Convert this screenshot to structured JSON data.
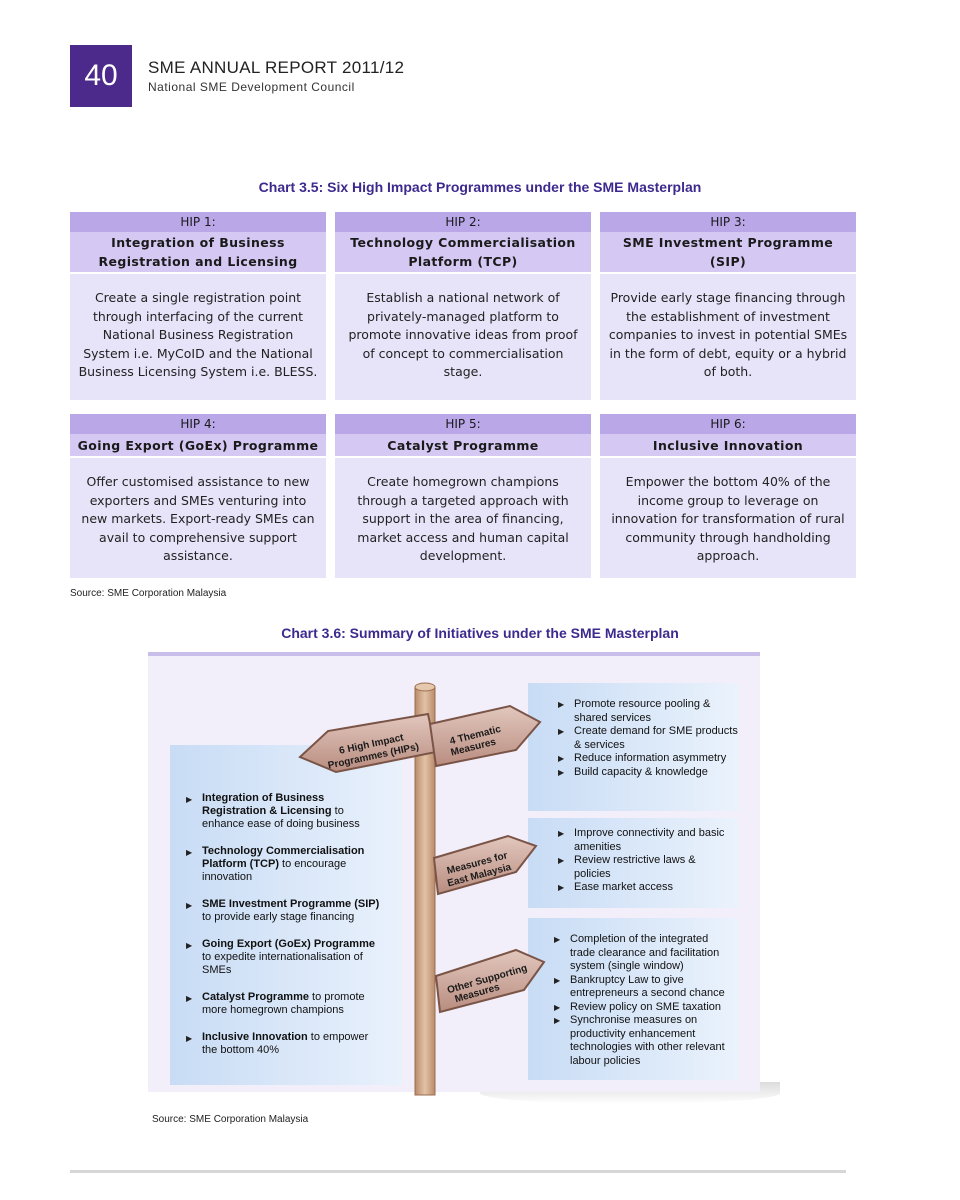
{
  "header": {
    "page_number": "40",
    "title": "SME ANNUAL REPORT 2011/12",
    "subtitle": "National SME Development Council"
  },
  "chart35": {
    "title": "Chart 3.5: Six High Impact Programmes under the SME Masterplan",
    "hips": [
      {
        "label": "HIP 1:",
        "name": "Integration of Business Registration and Licensing",
        "desc": "Create a single registration point through interfacing of the current National Business Registration System i.e. MyCoID and the National Business Licensing System i.e. BLESS."
      },
      {
        "label": "HIP 2:",
        "name": "Technology Commercialisation Platform (TCP)",
        "desc": "Establish a national network of privately-managed platform to promote innovative ideas from proof of concept to commercialisation stage."
      },
      {
        "label": "HIP 3:",
        "name": "SME Investment Programme (SIP)",
        "desc": "Provide early stage financing through the establishment of investment companies to invest in potential SMEs in the form of debt, equity or a hybrid of both."
      },
      {
        "label": "HIP 4:",
        "name": "Going Export (GoEx) Programme",
        "desc": "Offer customised assistance to new exporters and SMEs venturing into new markets. Export-ready SMEs can avail to comprehensive support assistance."
      },
      {
        "label": "HIP 5:",
        "name": "Catalyst Programme",
        "desc": "Create homegrown champions through a targeted approach with support in the area of financing, market access and human capital development."
      },
      {
        "label": "HIP 6:",
        "name": "Inclusive Innovation",
        "desc": "Empower the bottom 40% of the income group to leverage on innovation for transformation of rural community through handholding approach."
      }
    ],
    "source": "Source: SME Corporation Malaysia"
  },
  "chart36": {
    "title": "Chart 3.6: Summary of Initiatives under the SME Masterplan",
    "signs": {
      "hips": [
        "6 High Impact",
        "Programmes (HIPs)"
      ],
      "thematic": [
        "4 Thematic",
        "Measures"
      ],
      "east": [
        "Measures for",
        "East Malaysia"
      ],
      "other": [
        "Other Supporting",
        "Measures"
      ]
    },
    "left_items": [
      {
        "bold": "Integration of Business Registration & Licensing",
        "rest": " to enhance ease of doing business"
      },
      {
        "bold": "Technology Commercialisation Platform (TCP)",
        "rest": " to encourage innovation"
      },
      {
        "bold": "SME Investment Programme (SIP)",
        "rest": " to provide early stage financing"
      },
      {
        "bold": "Going Export (GoEx) Programme",
        "rest": " to expedite internationalisation of SMEs"
      },
      {
        "bold": "Catalyst Programme",
        "rest": " to promote more homegrown champions"
      },
      {
        "bold": "Inclusive Innovation",
        "rest": " to empower the bottom 40%"
      }
    ],
    "thematic_items": [
      "Promote resource pooling & shared services",
      "Create demand for SME products & services",
      "Reduce information asymmetry",
      "Build capacity & knowledge"
    ],
    "east_items": [
      "Improve connectivity and basic amenities",
      "Review restrictive laws & policies",
      "Ease market access"
    ],
    "other_items": [
      "Completion of the integrated trade clearance and facilitation system (single window)",
      "Bankruptcy Law to give entrepreneurs a second chance",
      "Review policy on SME taxation",
      "Synchronise measures on productivity enhancement technologies with other relevant labour policies"
    ],
    "source": "Source: SME Corporation Malaysia"
  },
  "colors": {
    "accent": "#4b2a8c",
    "title_text": "#3d2a8e",
    "hip_head": "#b9a7e8",
    "hip_name": "#d5c9f3",
    "hip_body": "#e7e4fa",
    "sign_fill": "#c9a79a",
    "post_fill": "#d4ae8e"
  }
}
